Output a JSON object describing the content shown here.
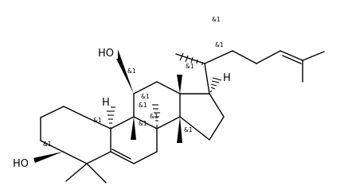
{
  "atom_labels": {
    "oh_top": "HO",
    "oh_left": "HO",
    "h_c9": "H",
    "h_c17": "H"
  },
  "stereo_mark": "&1",
  "colors": {
    "bond": "#000000",
    "background": "#ffffff"
  }
}
